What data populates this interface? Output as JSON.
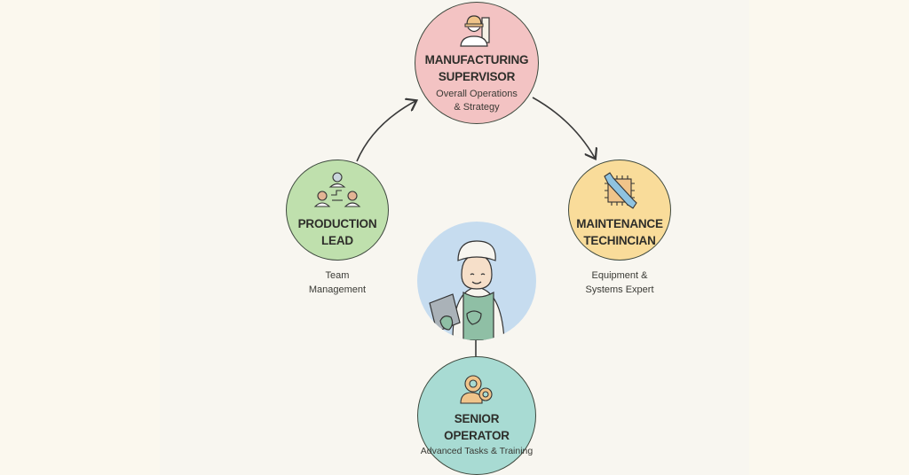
{
  "diagram": {
    "nodes": [
      {
        "id": "supervisor",
        "title_line1": "MANUFACTURING",
        "title_line2": "SUPERVISOR",
        "desc_line1": "Overall Operations",
        "desc_line2": "& Strategy",
        "icon": "worker-hardhat-factory-icon",
        "fill": "#f3c3c3"
      },
      {
        "id": "production-lead",
        "title_line1": "PRODUCTION",
        "title_line2": "LEAD",
        "desc_line1": "Team",
        "desc_line2": "Management",
        "icon": "team-hierarchy-icon",
        "fill": "#bfe0ad"
      },
      {
        "id": "maintenance",
        "title_line1": "MAINTENANCE",
        "title_line2": "TECHINCIAN",
        "desc_line1": "Equipment &",
        "desc_line2": "Systems Expert",
        "icon": "wrench-chip-icon",
        "fill": "#f9dc9a"
      },
      {
        "id": "senior-operator",
        "title_line1": "SENIOR",
        "title_line2": "OPERATOR",
        "desc_line1": "Advanced Tasks & Training",
        "icon": "gears-person-icon",
        "fill": "#a8dbd3"
      }
    ],
    "center": {
      "icon": "worker-with-tablet-illustration",
      "fill": "#c6dcef"
    },
    "connectors": [
      {
        "from": "production-lead",
        "to": "supervisor",
        "type": "curved-arrow"
      },
      {
        "from": "supervisor",
        "to": "maintenance",
        "type": "curved-arrow"
      },
      {
        "from": "center",
        "to": "senior-operator",
        "type": "line"
      }
    ]
  }
}
